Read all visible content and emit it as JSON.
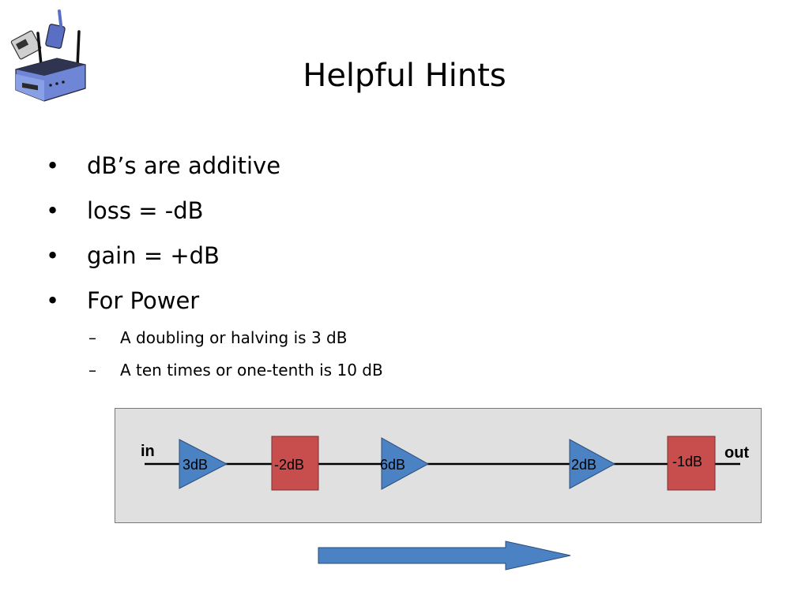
{
  "slide": {
    "title": "Helpful Hints",
    "logo_icon": "router-icon"
  },
  "bullets": [
    {
      "marker": "•",
      "text": "dB’s are additive"
    },
    {
      "marker": "•",
      "text": "loss = -dB"
    },
    {
      "marker": "•",
      "text": "gain = +dB"
    },
    {
      "marker": "•",
      "text": "For Power"
    }
  ],
  "sub_bullets": [
    {
      "marker": "–",
      "text": "A doubling or halving is 3 dB"
    },
    {
      "marker": "–",
      "text": "A ten times or one-tenth is 10 dB"
    }
  ],
  "diagram": {
    "input_label": "in",
    "output_label": "out",
    "stages": [
      {
        "kind": "gain",
        "label": "3dB"
      },
      {
        "kind": "loss",
        "label": "-2dB"
      },
      {
        "kind": "gain",
        "label": "6dB"
      },
      {
        "kind": "gain",
        "label": "2dB"
      },
      {
        "kind": "loss",
        "label": "-1dB"
      }
    ],
    "colors": {
      "panel": "#e0e0e0",
      "gain": "#4a82c3",
      "loss": "#c84e4e",
      "arrow": "#4a82c3"
    },
    "direction_icon": "right-arrow-icon"
  }
}
